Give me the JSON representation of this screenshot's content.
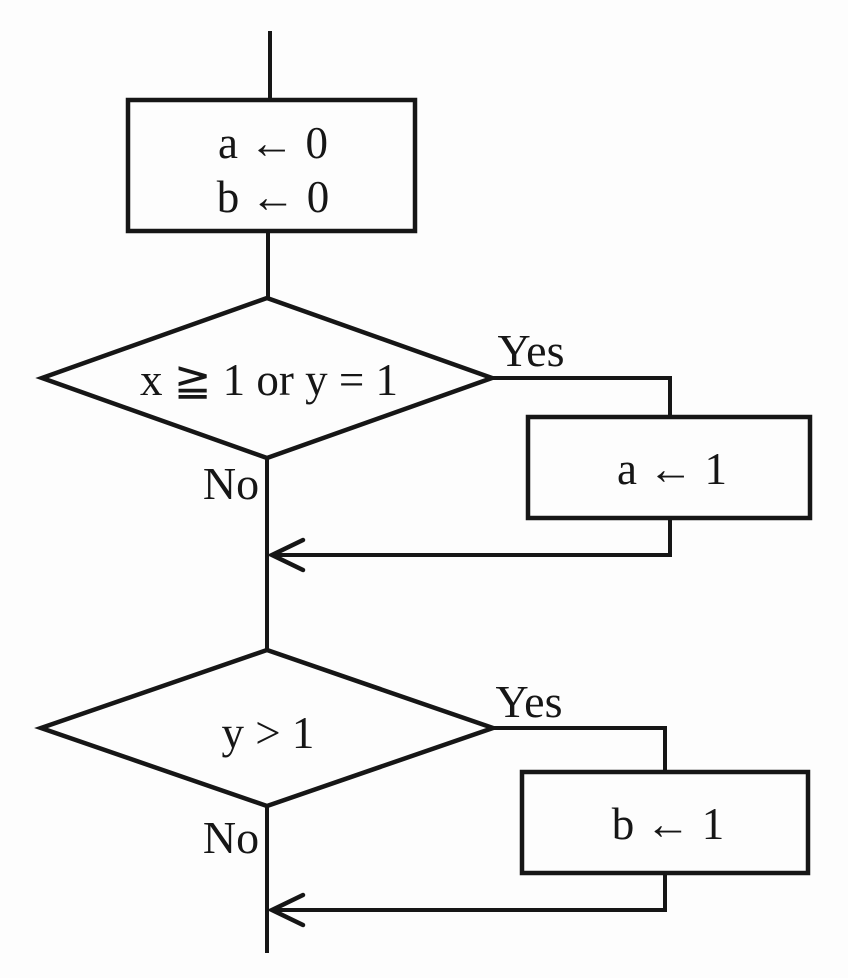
{
  "diagram": {
    "type": "flowchart",
    "ink_color": "#161616",
    "paper_color": "#fdfdfd",
    "nodes": {
      "init_box": {
        "shape": "rectangle",
        "line1": "a ← 0",
        "line2": "b ← 0"
      },
      "decision1": {
        "shape": "diamond",
        "label": "x ≧ 1  or  y = 1"
      },
      "assign_a_box": {
        "shape": "rectangle",
        "label": "a ← 1"
      },
      "decision2": {
        "shape": "diamond",
        "label": "y > 1"
      },
      "assign_b_box": {
        "shape": "rectangle",
        "label": "b ← 1"
      }
    },
    "edges": {
      "decision1_yes_label": "Yes",
      "decision1_no_label": "No",
      "decision2_yes_label": "Yes",
      "decision2_no_label": "No"
    }
  }
}
